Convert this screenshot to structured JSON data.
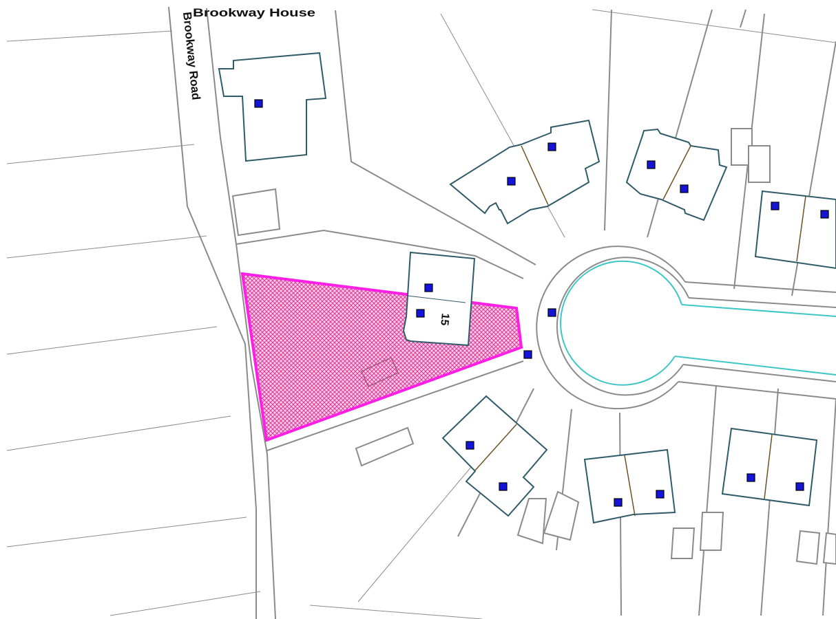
{
  "labels": {
    "house_name": "Brookway House",
    "road_name": "Brookway Road",
    "plot_number": "15"
  },
  "colors": {
    "highlight_outline": "#ff1ee6",
    "highlight_fill": "#e84aa8",
    "building_outline": "#2f5a68",
    "boundary_line": "#8a8a8a",
    "kerb_line": "#3cc6c4",
    "address_point": "#1414d8",
    "party_wall": "#6b5324"
  },
  "icons": {
    "address_point": "blue-square-marker"
  }
}
